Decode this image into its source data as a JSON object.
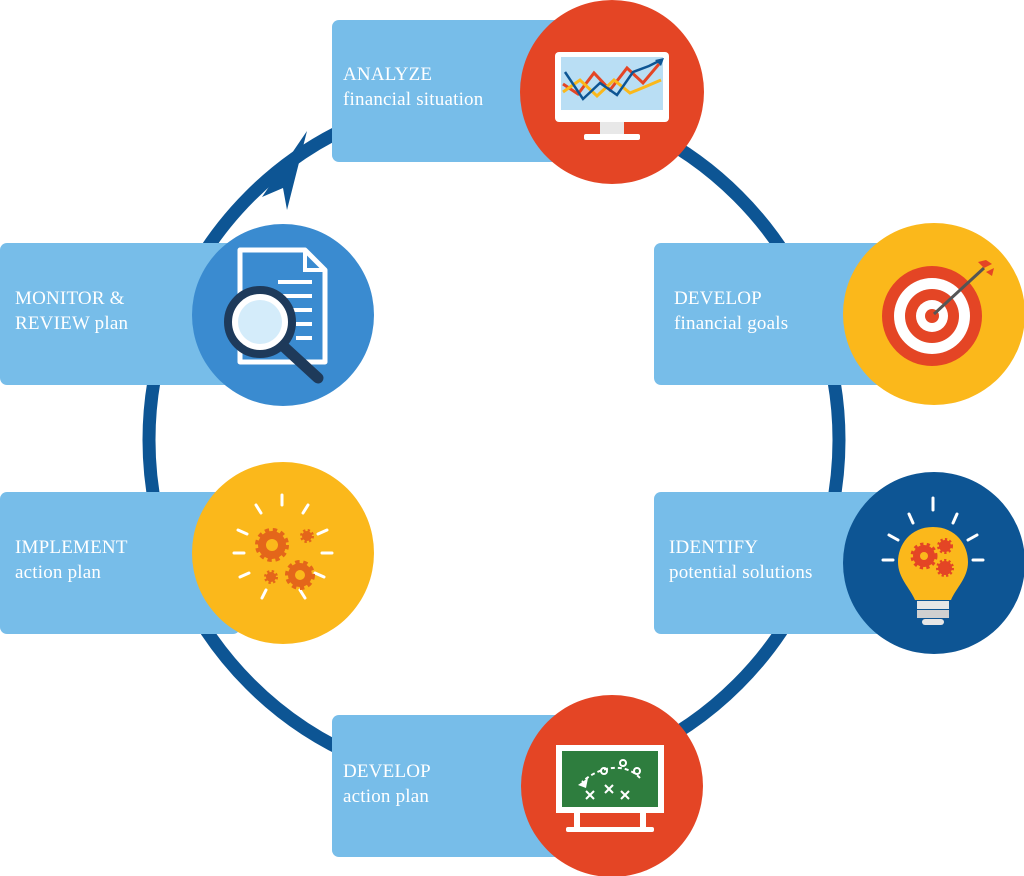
{
  "steps": [
    {
      "id": "analyze",
      "line1": "ANALYZE",
      "line2": "financial situation",
      "icon": "monitor-chart-icon",
      "circle_color": "#e44525"
    },
    {
      "id": "develop-goals",
      "line1": "DEVELOP",
      "line2": "financial goals",
      "icon": "target-arrow-icon",
      "circle_color": "#fbb81b"
    },
    {
      "id": "identify",
      "line1": "IDENTIFY",
      "line2": "potential solutions",
      "icon": "lightbulb-gears-icon",
      "circle_color": "#0d5594"
    },
    {
      "id": "develop-plan",
      "line1": "DEVELOP",
      "line2": "action plan",
      "icon": "chalkboard-strategy-icon",
      "circle_color": "#e44525"
    },
    {
      "id": "implement",
      "line1": "IMPLEMENT",
      "line2": "action plan",
      "icon": "gears-icon",
      "circle_color": "#fbb81b"
    },
    {
      "id": "monitor",
      "line1": "MONITOR &",
      "line2": "REVIEW plan",
      "icon": "document-magnifier-icon",
      "circle_color": "#3a8bd0"
    }
  ],
  "colors": {
    "box": "#77bde9",
    "ring": "#0d5594",
    "red": "#e44525",
    "yellow": "#fbb81b",
    "navy": "#0d5594",
    "blue": "#3a8bd0"
  }
}
